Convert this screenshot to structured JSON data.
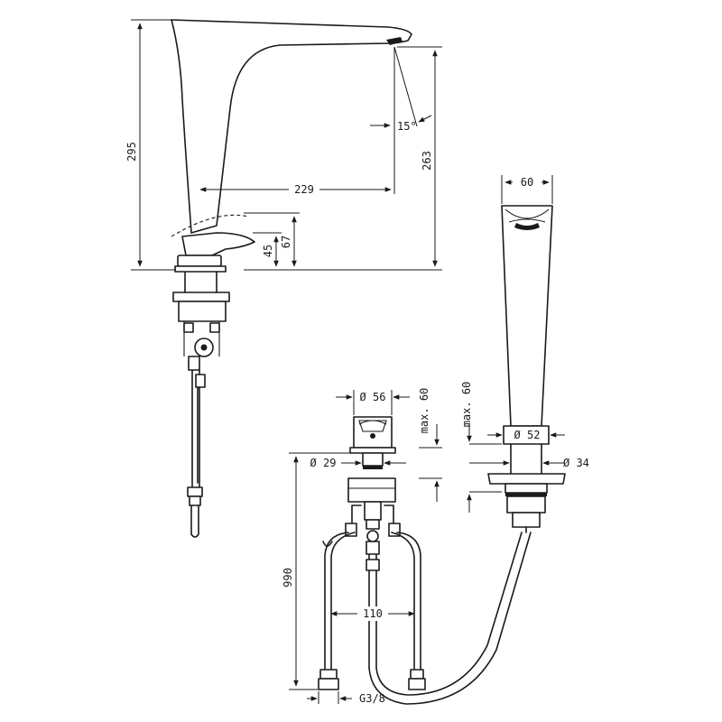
{
  "dimensions": {
    "total_height": "295",
    "spout_height": "263",
    "reach": "229",
    "angle": "15°",
    "lever_height": "67",
    "base_height": "45",
    "handle_width": "60",
    "handle_diameter": "Ø 52",
    "handle_bore": "Ø 34",
    "handle_max_deck": "max. 60",
    "spout_diameter": "Ø 56",
    "spout_max_deck": "max. 60",
    "spout_bore": "Ø 29",
    "hose_length": "990",
    "hose_spacing": "110",
    "connection_thread": "G3/8"
  }
}
